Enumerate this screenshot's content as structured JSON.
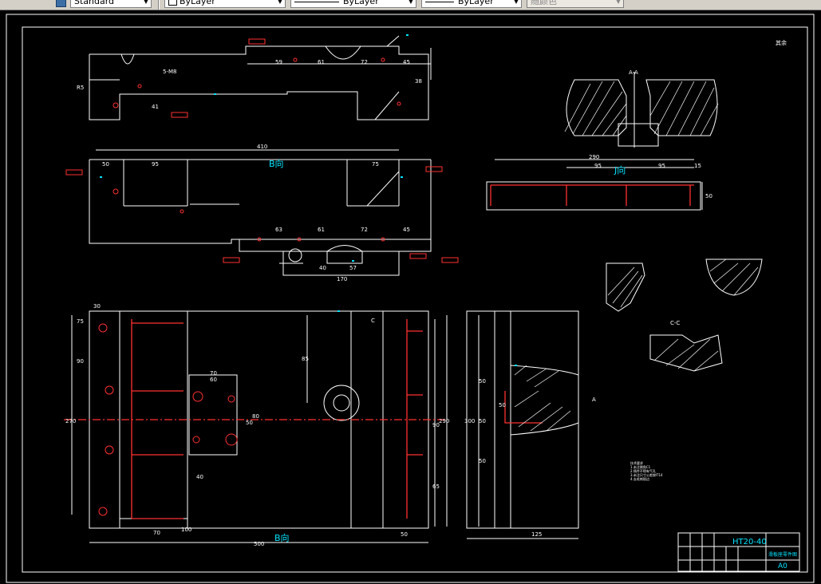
{
  "toolbar": {
    "text_style": "Standard",
    "layer": "ByLayer",
    "linetype": "ByLayer",
    "lineweight": "ByLayer",
    "color": "随颜色"
  },
  "drawing": {
    "view_top_dims": [
      "59",
      "61",
      "72",
      "45",
      "38",
      "41",
      "R5",
      "5-M8"
    ],
    "view_middle_dims": [
      "410",
      "50",
      "95",
      "75",
      "63",
      "61",
      "72",
      "45",
      "40",
      "57",
      "170"
    ],
    "view_middle_label": "B向",
    "view_front_dims": [
      "270",
      "90",
      "75",
      "30",
      "70",
      "60",
      "80",
      "50",
      "40",
      "70",
      "100",
      "500",
      "85",
      "290",
      "90",
      "65",
      "50"
    ],
    "view_front_label": "B向",
    "view_side_dims": [
      "300",
      "50",
      "50",
      "50",
      "50",
      "125"
    ],
    "section_aa_label": "A-A",
    "j_view_label": "J向",
    "j_view_dims": [
      "290",
      "95",
      "95",
      "15",
      "50"
    ],
    "detail_labels": [
      "A",
      "C-C",
      "C"
    ],
    "notes": "技术要求\n1.未注倒角C1\n2.铸件不得有气孔\n3.未注尺寸公差按IT14\n4.去毛刺锐边",
    "corner_note": "其余",
    "title_block": {
      "material": "HT20-40",
      "drawing_name": "滑板座零件图",
      "scale": "A0"
    }
  }
}
